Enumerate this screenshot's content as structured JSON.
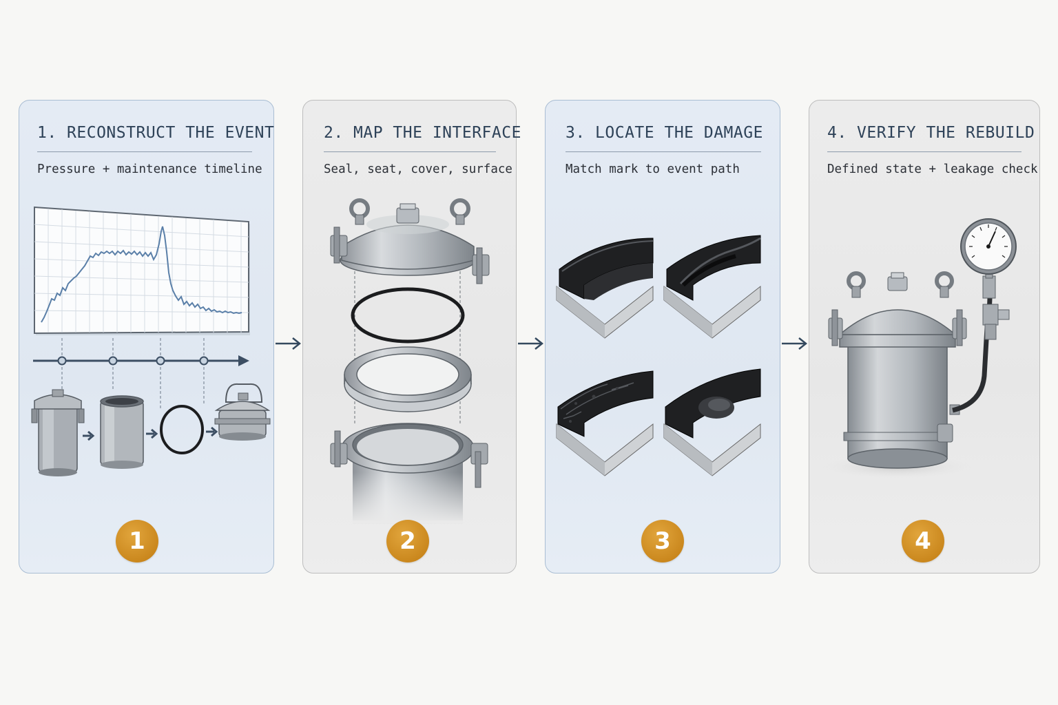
{
  "steps": [
    {
      "number": "1",
      "title": "1. RECONSTRUCT THE EVENT",
      "subtitle": "Pressure + maintenance timeline"
    },
    {
      "number": "2",
      "title": "2. MAP THE INTERFACE",
      "subtitle": "Seal, seat, cover, surface"
    },
    {
      "number": "3",
      "title": "3. LOCATE THE DAMAGE",
      "subtitle": "Match mark to event path"
    },
    {
      "number": "4",
      "title": "4. VERIFY THE REBUILD",
      "subtitle": "Defined state + leakage check"
    }
  ],
  "colors": {
    "accent_badge": "#c9861c",
    "title_text": "#2e4258",
    "arrow": "#34495e",
    "chart_line": "#5a7fa8",
    "panel_blue": "#e1e9f3",
    "panel_grey": "#e9e9e9"
  },
  "icons": [
    "pressure-chart-icon",
    "timeline-icon",
    "filter-housing-icon",
    "o-ring-icon",
    "clamp-cover-icon",
    "seat-ring-icon",
    "seal-profile-icon",
    "pressure-gauge-icon",
    "flow-arrow-icon"
  ]
}
